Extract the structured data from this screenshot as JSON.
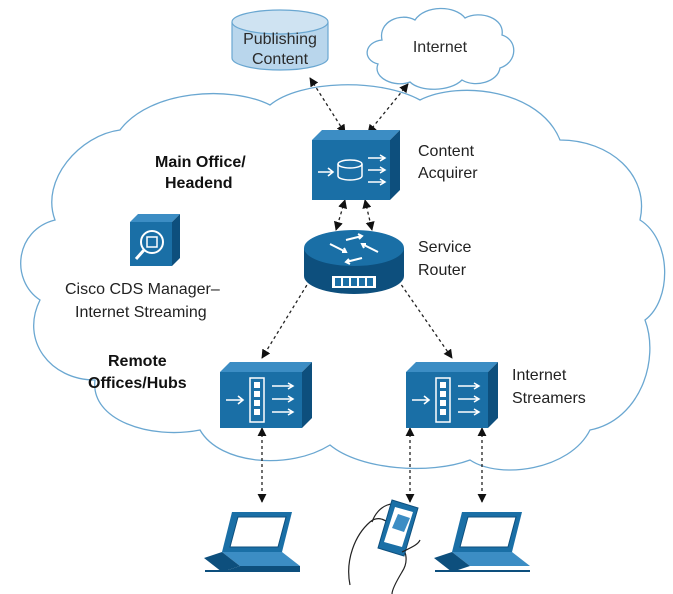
{
  "nodes": {
    "publishing_content": {
      "line1": "Publishing",
      "line2": "Content"
    },
    "internet": {
      "label": "Internet"
    },
    "content_acquirer": {
      "line1": "Content",
      "line2": "Acquirer"
    },
    "service_router": {
      "line1": "Service",
      "line2": "Router"
    },
    "internet_streamers": {
      "line1": "Internet",
      "line2": "Streamers"
    },
    "cds_manager": {
      "line1": "Cisco CDS Manager–",
      "line2": "Internet Streaming"
    }
  },
  "regions": {
    "main_office": {
      "line1": "Main Office/",
      "line2": "Headend"
    },
    "remote_offices": {
      "line1": "Remote",
      "line2": "Offices/Hubs"
    }
  },
  "icons": [
    "database-icon",
    "cloud-icon",
    "content-acquirer-icon",
    "router-icon",
    "streamer-icon",
    "cds-manager-icon",
    "laptop-icon",
    "handheld-device-icon"
  ],
  "colors": {
    "device_blue": "#1a6fa6",
    "device_dark": "#0d4f7d",
    "cloud_stroke": "#6aa7d1",
    "db_fill": "#b9d6ec"
  }
}
